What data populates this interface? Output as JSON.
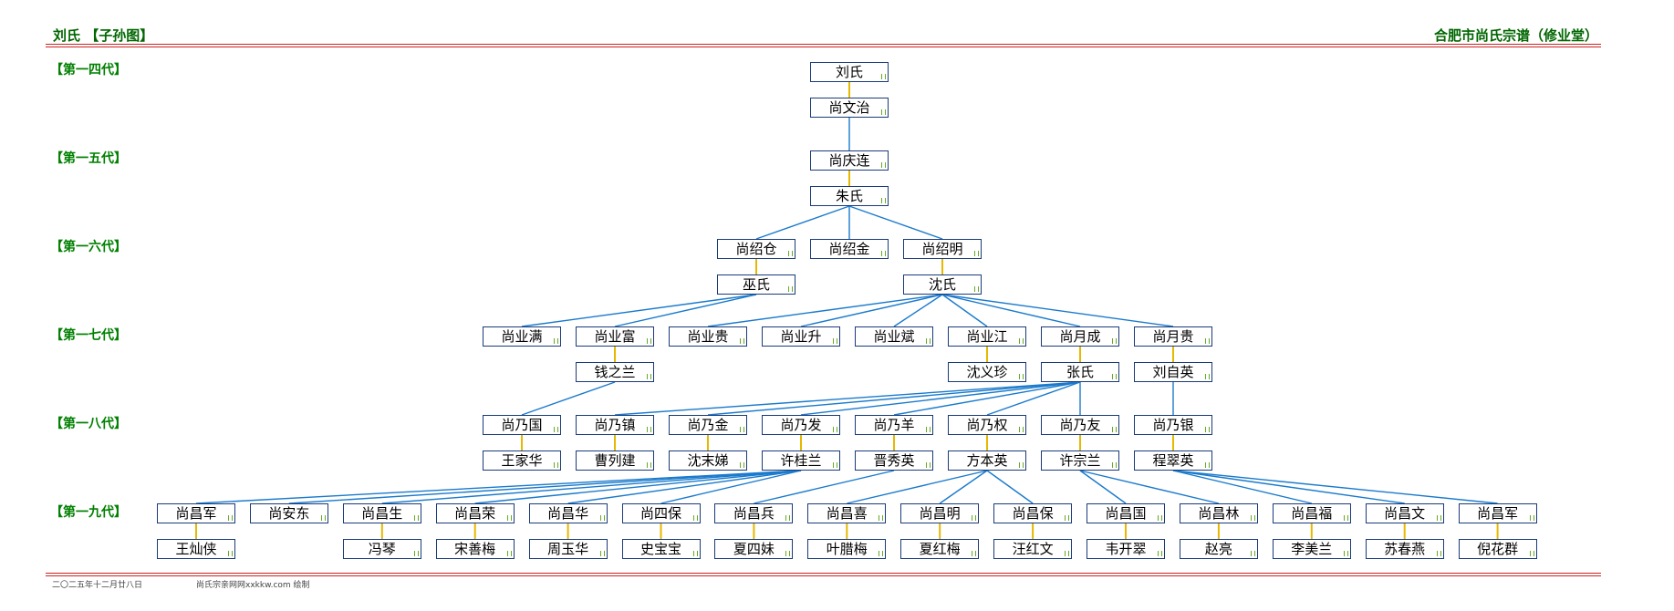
{
  "header": {
    "left_title": "刘氏 【子孙图】",
    "right_title": "合肥市尚氏宗谱（修业堂）"
  },
  "generations": [
    "【第一四代】",
    "【第一五代】",
    "【第一六代】",
    "【第一七代】",
    "【第一八代】",
    "【第一九代】"
  ],
  "footer": {
    "date": "二〇二五年十二月廿八日",
    "site": "尚氏宗亲网网xxkkw.com 绘制"
  },
  "colors": {
    "parent_link": "#1a7acc",
    "spouse_link": "#e6b800",
    "node_border": "#1a3a7a",
    "header_text": "#006600",
    "rule": "#cc2222"
  },
  "nodes": [
    {
      "id": "n1",
      "name": "刘氏"
    },
    {
      "id": "n2",
      "name": "尚文治"
    },
    {
      "id": "n3",
      "name": "尚庆连"
    },
    {
      "id": "n4",
      "name": "朱氏"
    },
    {
      "id": "n5",
      "name": "尚绍仓"
    },
    {
      "id": "n6",
      "name": "尚绍金"
    },
    {
      "id": "n7",
      "name": "尚绍明"
    },
    {
      "id": "n8",
      "name": "巫氏"
    },
    {
      "id": "n9",
      "name": "沈氏"
    },
    {
      "id": "n10",
      "name": "尚业满"
    },
    {
      "id": "n11",
      "name": "尚业富"
    },
    {
      "id": "n12",
      "name": "尚业贵"
    },
    {
      "id": "n13",
      "name": "尚业升"
    },
    {
      "id": "n14",
      "name": "尚业斌"
    },
    {
      "id": "n15",
      "name": "尚业江"
    },
    {
      "id": "n16",
      "name": "尚月成"
    },
    {
      "id": "n17",
      "name": "尚月贵"
    },
    {
      "id": "n18",
      "name": "钱之兰"
    },
    {
      "id": "n19",
      "name": "沈义珍"
    },
    {
      "id": "n20",
      "name": "张氏"
    },
    {
      "id": "n21",
      "name": "刘自英"
    },
    {
      "id": "n22",
      "name": "尚乃国"
    },
    {
      "id": "n23",
      "name": "尚乃镇"
    },
    {
      "id": "n24",
      "name": "尚乃金"
    },
    {
      "id": "n25",
      "name": "尚乃发"
    },
    {
      "id": "n26",
      "name": "尚乃羊"
    },
    {
      "id": "n27",
      "name": "尚乃权"
    },
    {
      "id": "n28",
      "name": "尚乃友"
    },
    {
      "id": "n29",
      "name": "尚乃银"
    },
    {
      "id": "n30",
      "name": "王家华"
    },
    {
      "id": "n31",
      "name": "曹列建"
    },
    {
      "id": "n32",
      "name": "沈末娣"
    },
    {
      "id": "n33",
      "name": "许桂兰"
    },
    {
      "id": "n34",
      "name": "晋秀英"
    },
    {
      "id": "n35",
      "name": "方本英"
    },
    {
      "id": "n36",
      "name": "许宗兰"
    },
    {
      "id": "n37",
      "name": "程翠英"
    },
    {
      "id": "n38",
      "name": "尚昌军"
    },
    {
      "id": "n39",
      "name": "尚安东"
    },
    {
      "id": "n40",
      "name": "尚昌生"
    },
    {
      "id": "n41",
      "name": "尚昌荣"
    },
    {
      "id": "n42",
      "name": "尚昌华"
    },
    {
      "id": "n43",
      "name": "尚四保"
    },
    {
      "id": "n44",
      "name": "尚昌兵"
    },
    {
      "id": "n45",
      "name": "尚昌喜"
    },
    {
      "id": "n46",
      "name": "尚昌明"
    },
    {
      "id": "n47",
      "name": "尚昌保"
    },
    {
      "id": "n48",
      "name": "尚昌国"
    },
    {
      "id": "n49",
      "name": "尚昌林"
    },
    {
      "id": "n50",
      "name": "尚昌福"
    },
    {
      "id": "n51",
      "name": "尚昌文"
    },
    {
      "id": "n52",
      "name": "尚昌军"
    },
    {
      "id": "n53",
      "name": "王灿侠"
    },
    {
      "id": "n54",
      "name": "冯琴"
    },
    {
      "id": "n55",
      "name": "宋善梅"
    },
    {
      "id": "n56",
      "name": "周玉华"
    },
    {
      "id": "n57",
      "name": "史宝宝"
    },
    {
      "id": "n58",
      "name": "夏四妹"
    },
    {
      "id": "n59",
      "name": "叶腊梅"
    },
    {
      "id": "n60",
      "name": "夏红梅"
    },
    {
      "id": "n61",
      "name": "汪红文"
    },
    {
      "id": "n62",
      "name": "韦开翠"
    },
    {
      "id": "n63",
      "name": "赵亮"
    },
    {
      "id": "n64",
      "name": "李美兰"
    },
    {
      "id": "n65",
      "name": "苏春燕"
    },
    {
      "id": "n66",
      "name": "倪花群"
    }
  ],
  "spouse_links": [
    [
      "n1",
      "n2"
    ],
    [
      "n3",
      "n4"
    ],
    [
      "n5",
      "n8"
    ],
    [
      "n7",
      "n9"
    ],
    [
      "n11",
      "n18"
    ],
    [
      "n15",
      "n19"
    ],
    [
      "n16",
      "n20"
    ],
    [
      "n17",
      "n21"
    ],
    [
      "n22",
      "n30"
    ],
    [
      "n23",
      "n31"
    ],
    [
      "n24",
      "n32"
    ],
    [
      "n25",
      "n33"
    ],
    [
      "n26",
      "n34"
    ],
    [
      "n27",
      "n35"
    ],
    [
      "n28",
      "n36"
    ],
    [
      "n29",
      "n37"
    ],
    [
      "n38",
      "n53"
    ],
    [
      "n40",
      "n54"
    ],
    [
      "n41",
      "n55"
    ],
    [
      "n42",
      "n56"
    ],
    [
      "n43",
      "n57"
    ],
    [
      "n44",
      "n58"
    ],
    [
      "n45",
      "n59"
    ],
    [
      "n46",
      "n60"
    ],
    [
      "n47",
      "n61"
    ],
    [
      "n48",
      "n62"
    ],
    [
      "n49",
      "n63"
    ],
    [
      "n50",
      "n64"
    ],
    [
      "n51",
      "n65"
    ],
    [
      "n52",
      "n66"
    ]
  ],
  "child_links": [
    [
      "n2",
      "n3"
    ],
    [
      "n4",
      "n5"
    ],
    [
      "n4",
      "n6"
    ],
    [
      "n4",
      "n7"
    ],
    [
      "n8",
      "n10"
    ],
    [
      "n8",
      "n11"
    ],
    [
      "n9",
      "n12"
    ],
    [
      "n9",
      "n13"
    ],
    [
      "n9",
      "n14"
    ],
    [
      "n9",
      "n15"
    ],
    [
      "n9",
      "n16"
    ],
    [
      "n9",
      "n17"
    ],
    [
      "n18",
      "n22"
    ],
    [
      "n20",
      "n23"
    ],
    [
      "n20",
      "n24"
    ],
    [
      "n20",
      "n25"
    ],
    [
      "n20",
      "n26"
    ],
    [
      "n20",
      "n27"
    ],
    [
      "n20",
      "n28"
    ],
    [
      "n21",
      "n29"
    ],
    [
      "n33",
      "n38"
    ],
    [
      "n33",
      "n39"
    ],
    [
      "n33",
      "n40"
    ],
    [
      "n33",
      "n41"
    ],
    [
      "n33",
      "n42"
    ],
    [
      "n33",
      "n43"
    ],
    [
      "n34",
      "n44"
    ],
    [
      "n35",
      "n45"
    ],
    [
      "n35",
      "n46"
    ],
    [
      "n35",
      "n47"
    ],
    [
      "n36",
      "n48"
    ],
    [
      "n36",
      "n49"
    ],
    [
      "n37",
      "n50"
    ],
    [
      "n37",
      "n51"
    ],
    [
      "n37",
      "n52"
    ]
  ]
}
